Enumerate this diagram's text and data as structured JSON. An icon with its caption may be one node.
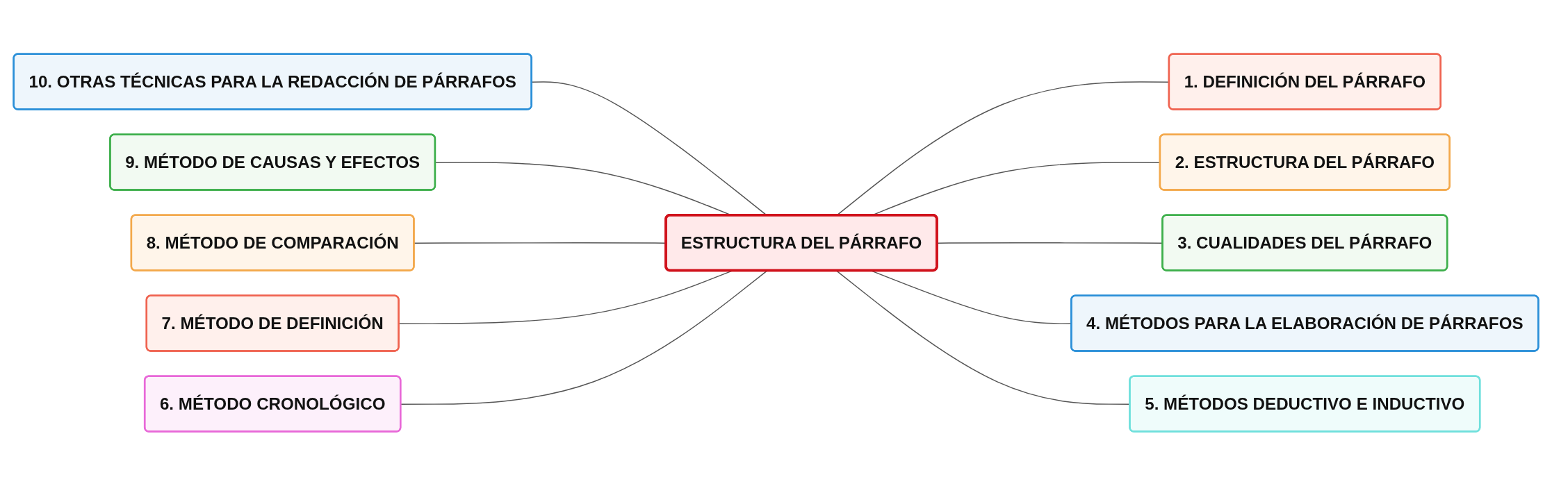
{
  "diagram": {
    "nodes": [
      {
        "text": [
          "ESTRUCTURA DEL PÁRRAFO"
        ]
      },
      {
        "text": [
          "1. DEFINICIÓN DEL PÁRRAFO"
        ]
      },
      {
        "text": [
          "2. ESTRUCTURA DEL PÁRRAFO"
        ]
      },
      {
        "text": [
          "3. CUALIDADES DEL PÁRRAFO"
        ]
      },
      {
        "text": [
          "4. MÉTODOS PARA LA ELABORACIÓN DE PÁRRAFOS"
        ]
      },
      {
        "text": [
          "5. MÉTODOS DEDUCTIVO E INDUCTIVO"
        ]
      },
      {
        "text": [
          "6. MÉTODO CRONOLÓGICO"
        ]
      },
      {
        "text": [
          "7. MÉTODO DE DEFINICIÓN"
        ]
      },
      {
        "text": [
          "8. MÉTODO DE COMPARACIÓN"
        ]
      },
      {
        "text": [
          "9. MÉTODO DE CAUSAS Y EFECTOS"
        ]
      },
      {
        "text": [
          "10. OTRAS TÉCNICAS PARA LA REDACCIÓN DE PÁRRAFOS"
        ]
      }
    ],
    "edges": [
      {
        "from": 10,
        "to": 0,
        "arrow": "none"
      },
      {
        "from": 9,
        "to": 0,
        "arrow": "none"
      },
      {
        "from": 8,
        "to": 0,
        "arrow": "none"
      },
      {
        "from": 7,
        "to": 0,
        "arrow": "none"
      },
      {
        "from": 6,
        "to": 0,
        "arrow": "none"
      },
      {
        "from": 0,
        "to": 1,
        "arrow": "none"
      },
      {
        "from": 0,
        "to": 2,
        "arrow": "none"
      },
      {
        "from": 0,
        "to": 3,
        "arrow": "none"
      },
      {
        "from": 0,
        "to": 4,
        "arrow": "none"
      },
      {
        "from": 0,
        "to": 5,
        "arrow": "none"
      }
    ]
  }
}
